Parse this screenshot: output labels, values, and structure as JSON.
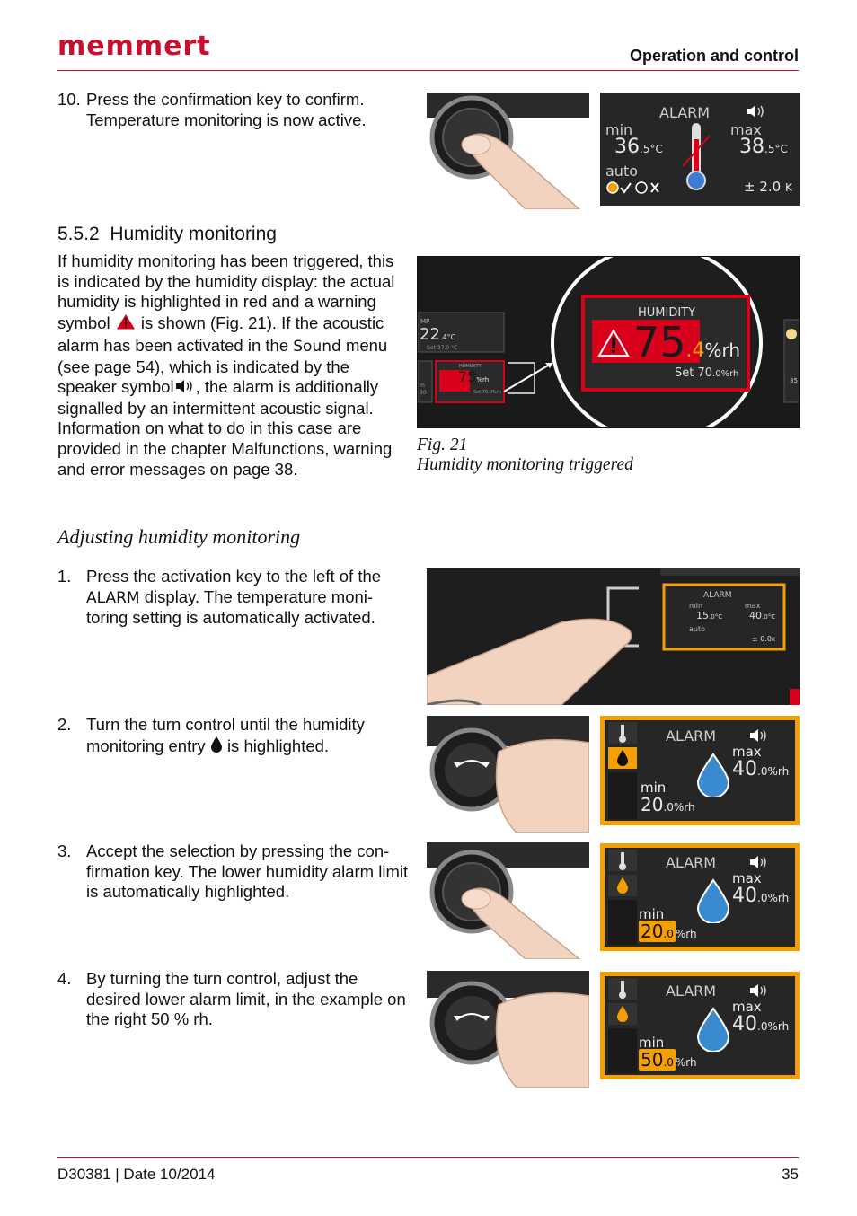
{
  "header": {
    "logo": "memmert",
    "section": "Operation and control"
  },
  "step10": {
    "num": "10.",
    "text": "Press the confirmation key to confirm. Temperature monitoring is now active."
  },
  "alarm_temp_display": {
    "title": "ALARM",
    "min_label": "min",
    "max_label": "max",
    "min_int": "36",
    "min_dec": ".5",
    "min_unit": "°C",
    "max_int": "38",
    "max_dec": ".5",
    "max_unit": "°C",
    "auto_label": "auto",
    "tolerance_sign": "±",
    "tolerance_value": "2.0",
    "tolerance_unit": "K"
  },
  "section": {
    "number": "5.5.2",
    "title": "Humidity monitoring",
    "p1": "If humidity monitoring has been triggered, this is indicated by the humidity display: the actual humidity is highlighted in red and a warning symbol",
    "p2": "is shown (Fig. 21). If the acoustic alarm has been activated in the",
    "sound_word": "Sound",
    "p3": "menu (see page 54), which is indicated by the speaker symbol",
    "p4": ", the alarm is additionally signalled by an intermittent acoustic signal. Information on what to do in this case are provided in the chapter Malfunctions, warning and error messages on page 38."
  },
  "fig21": {
    "caption_num": "Fig. 21",
    "caption_text": "Humidity monitoring triggered",
    "humidity_label": "HUMIDITY",
    "value_int": "75",
    "value_dec": ".4",
    "unit": "%rh",
    "set_label": "Set",
    "set_int": "70",
    "set_dec": ".0",
    "set_unit": "%rh",
    "small_temp_int": "22",
    "small_temp_dec": ".4",
    "small_temp_unit": "°C",
    "small_temp_set": "Set  37.0 °C",
    "small_label": "MP",
    "small_side_num": "30",
    "small_side_letter": "m",
    "small_hum_set": "Set 70.0%rh",
    "right_edge_num": "35"
  },
  "subheading": "Adjusting humidity monitoring",
  "steps": [
    {
      "num": "1.",
      "text_a": "Press the activation key to the left of the",
      "key": "ALARM",
      "text_b": "display. The temperature moni-toring setting is automatically activated."
    },
    {
      "num": "2.",
      "text_a": "Turn the turn control until the humidity monitoring entry",
      "text_b": "is highlighted."
    },
    {
      "num": "3.",
      "text": "Accept the selection by pressing the con-firmation key. The lower humidity alarm limit is automatically highlighted."
    },
    {
      "num": "4.",
      "text": "By turning the turn control, adjust the desired lower alarm limit, in the example on the right 50 % rh."
    }
  ],
  "alarm_small": {
    "title": "ALARM",
    "min_label": "min",
    "max_label": "max",
    "min_int": "15",
    "min_dec": ".0",
    "max_int": "40",
    "max_dec": ".0",
    "unit": "°C",
    "auto_label": "auto",
    "tol": "± 0.0",
    "tol_unit": "K"
  },
  "hum_displays": [
    {
      "title": "ALARM",
      "max_label": "max",
      "max_int": "40",
      "max_dec": ".0",
      "max_unit": "%rh",
      "min_label": "min",
      "min_int": "20",
      "min_dec": ".0",
      "min_unit": "%rh"
    },
    {
      "title": "ALARM",
      "max_label": "max",
      "max_int": "40",
      "max_dec": ".0",
      "max_unit": "%rh",
      "min_label": "min",
      "min_int": "20",
      "min_dec": ".0",
      "min_unit": "%rh"
    },
    {
      "title": "ALARM",
      "max_label": "max",
      "max_int": "40",
      "max_dec": ".0",
      "max_unit": "%rh",
      "min_label": "min",
      "min_int": "50",
      "min_dec": ".0",
      "min_unit": "%rh"
    }
  ],
  "footer": {
    "doc": "D30381 | Date 10/2014",
    "page": "35"
  },
  "colors": {
    "brand": "#c8102e",
    "highlight": "#f5a000",
    "alarm_red": "#d8001a",
    "lcd_bg": "#262626"
  }
}
